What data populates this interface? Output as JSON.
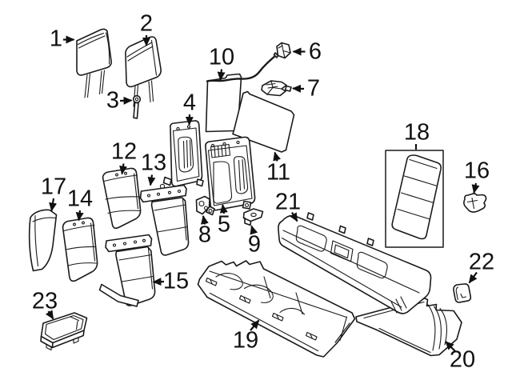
{
  "figure": {
    "background": "#ffffff",
    "line_color": "#1a1a1a",
    "text_color": "#111111"
  },
  "callouts": [
    {
      "label": "1"
    },
    {
      "label": "2"
    },
    {
      "label": "3"
    },
    {
      "label": "4"
    },
    {
      "label": "5"
    },
    {
      "label": "6"
    },
    {
      "label": "7"
    },
    {
      "label": "8"
    },
    {
      "label": "9"
    },
    {
      "label": "10"
    },
    {
      "label": "11"
    },
    {
      "label": "12"
    },
    {
      "label": "13"
    },
    {
      "label": "14"
    },
    {
      "label": "15"
    },
    {
      "label": "16"
    },
    {
      "label": "17"
    },
    {
      "label": "18"
    },
    {
      "label": "19"
    },
    {
      "label": "20"
    },
    {
      "label": "21"
    },
    {
      "label": "22"
    },
    {
      "label": "23"
    }
  ]
}
